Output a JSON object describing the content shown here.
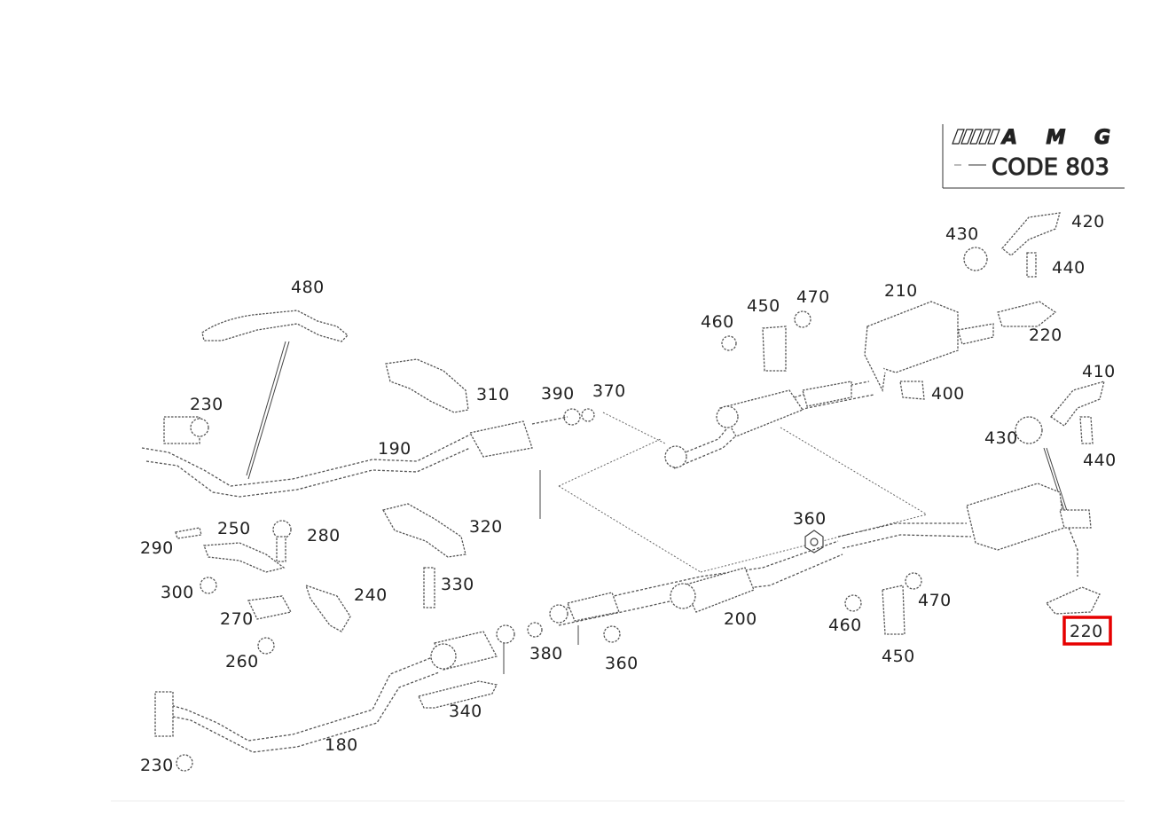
{
  "logo": {
    "brand": "AMG",
    "code": "CODE 803"
  },
  "labels": {
    "p480": "480",
    "p230a": "230",
    "p310": "310",
    "p390": "390",
    "p370": "370",
    "p460a": "460",
    "p450a": "450",
    "p470a": "470",
    "p210": "210",
    "p220a": "220",
    "p430a": "430",
    "p420": "420",
    "p440a": "440",
    "p400": "400",
    "p410": "410",
    "p430b": "430",
    "p440b": "440",
    "p190": "190",
    "p290": "290",
    "p250": "250",
    "p280": "280",
    "p320": "320",
    "p360a": "360",
    "p300": "300",
    "p330": "330",
    "p240": "240",
    "p270": "270",
    "p260": "260",
    "p200": "200",
    "p470b": "470",
    "p460b": "460",
    "p450b": "450",
    "p380": "380",
    "p360b": "360",
    "p340": "340",
    "p180": "180",
    "p230b": "230",
    "p220b": "220"
  },
  "highlight": {
    "selected_part": "220",
    "color": "#e60000"
  }
}
